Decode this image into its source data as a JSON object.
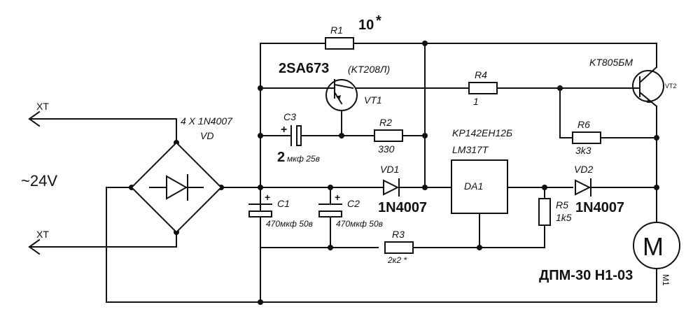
{
  "terminals": {
    "top": "XT",
    "bottom": "XT",
    "supply": "~24V"
  },
  "bridge": {
    "ref": "VD",
    "part": "4 X 1N4007"
  },
  "r1": {
    "ref": "R1",
    "mark": "10"
  },
  "vt1": {
    "part": "2SA673",
    "alt": "(KT208Л)",
    "ref": "VT1"
  },
  "r4": {
    "ref": "R4",
    "value": "1"
  },
  "vt2": {
    "part": "KT805БМ",
    "ref": "VT2"
  },
  "c3": {
    "ref": "C3",
    "plus": "+",
    "value_big": "2",
    "value": "мкф 25в"
  },
  "r2": {
    "ref": "R2",
    "value": "330"
  },
  "da1": {
    "part1": "KP142EH12Б",
    "part2": "LM317T",
    "ref": "DA1"
  },
  "r6": {
    "ref": "R6",
    "value": "3k3"
  },
  "vd1": {
    "ref": "VD1",
    "part": "1N4007"
  },
  "vd2": {
    "ref": "VD2",
    "part": "1N4007"
  },
  "c1": {
    "ref": "C1",
    "plus": "+",
    "value": "470мкф 50в"
  },
  "c2": {
    "ref": "C2",
    "plus": "+",
    "value": "470мкф 50в"
  },
  "r3": {
    "ref": "R3",
    "value": "2к2 *"
  },
  "r5": {
    "ref": "R5",
    "value": "1k5"
  },
  "motor": {
    "ref": "M1",
    "part": "ДПМ-30 Н1-03",
    "glyph": "M"
  }
}
